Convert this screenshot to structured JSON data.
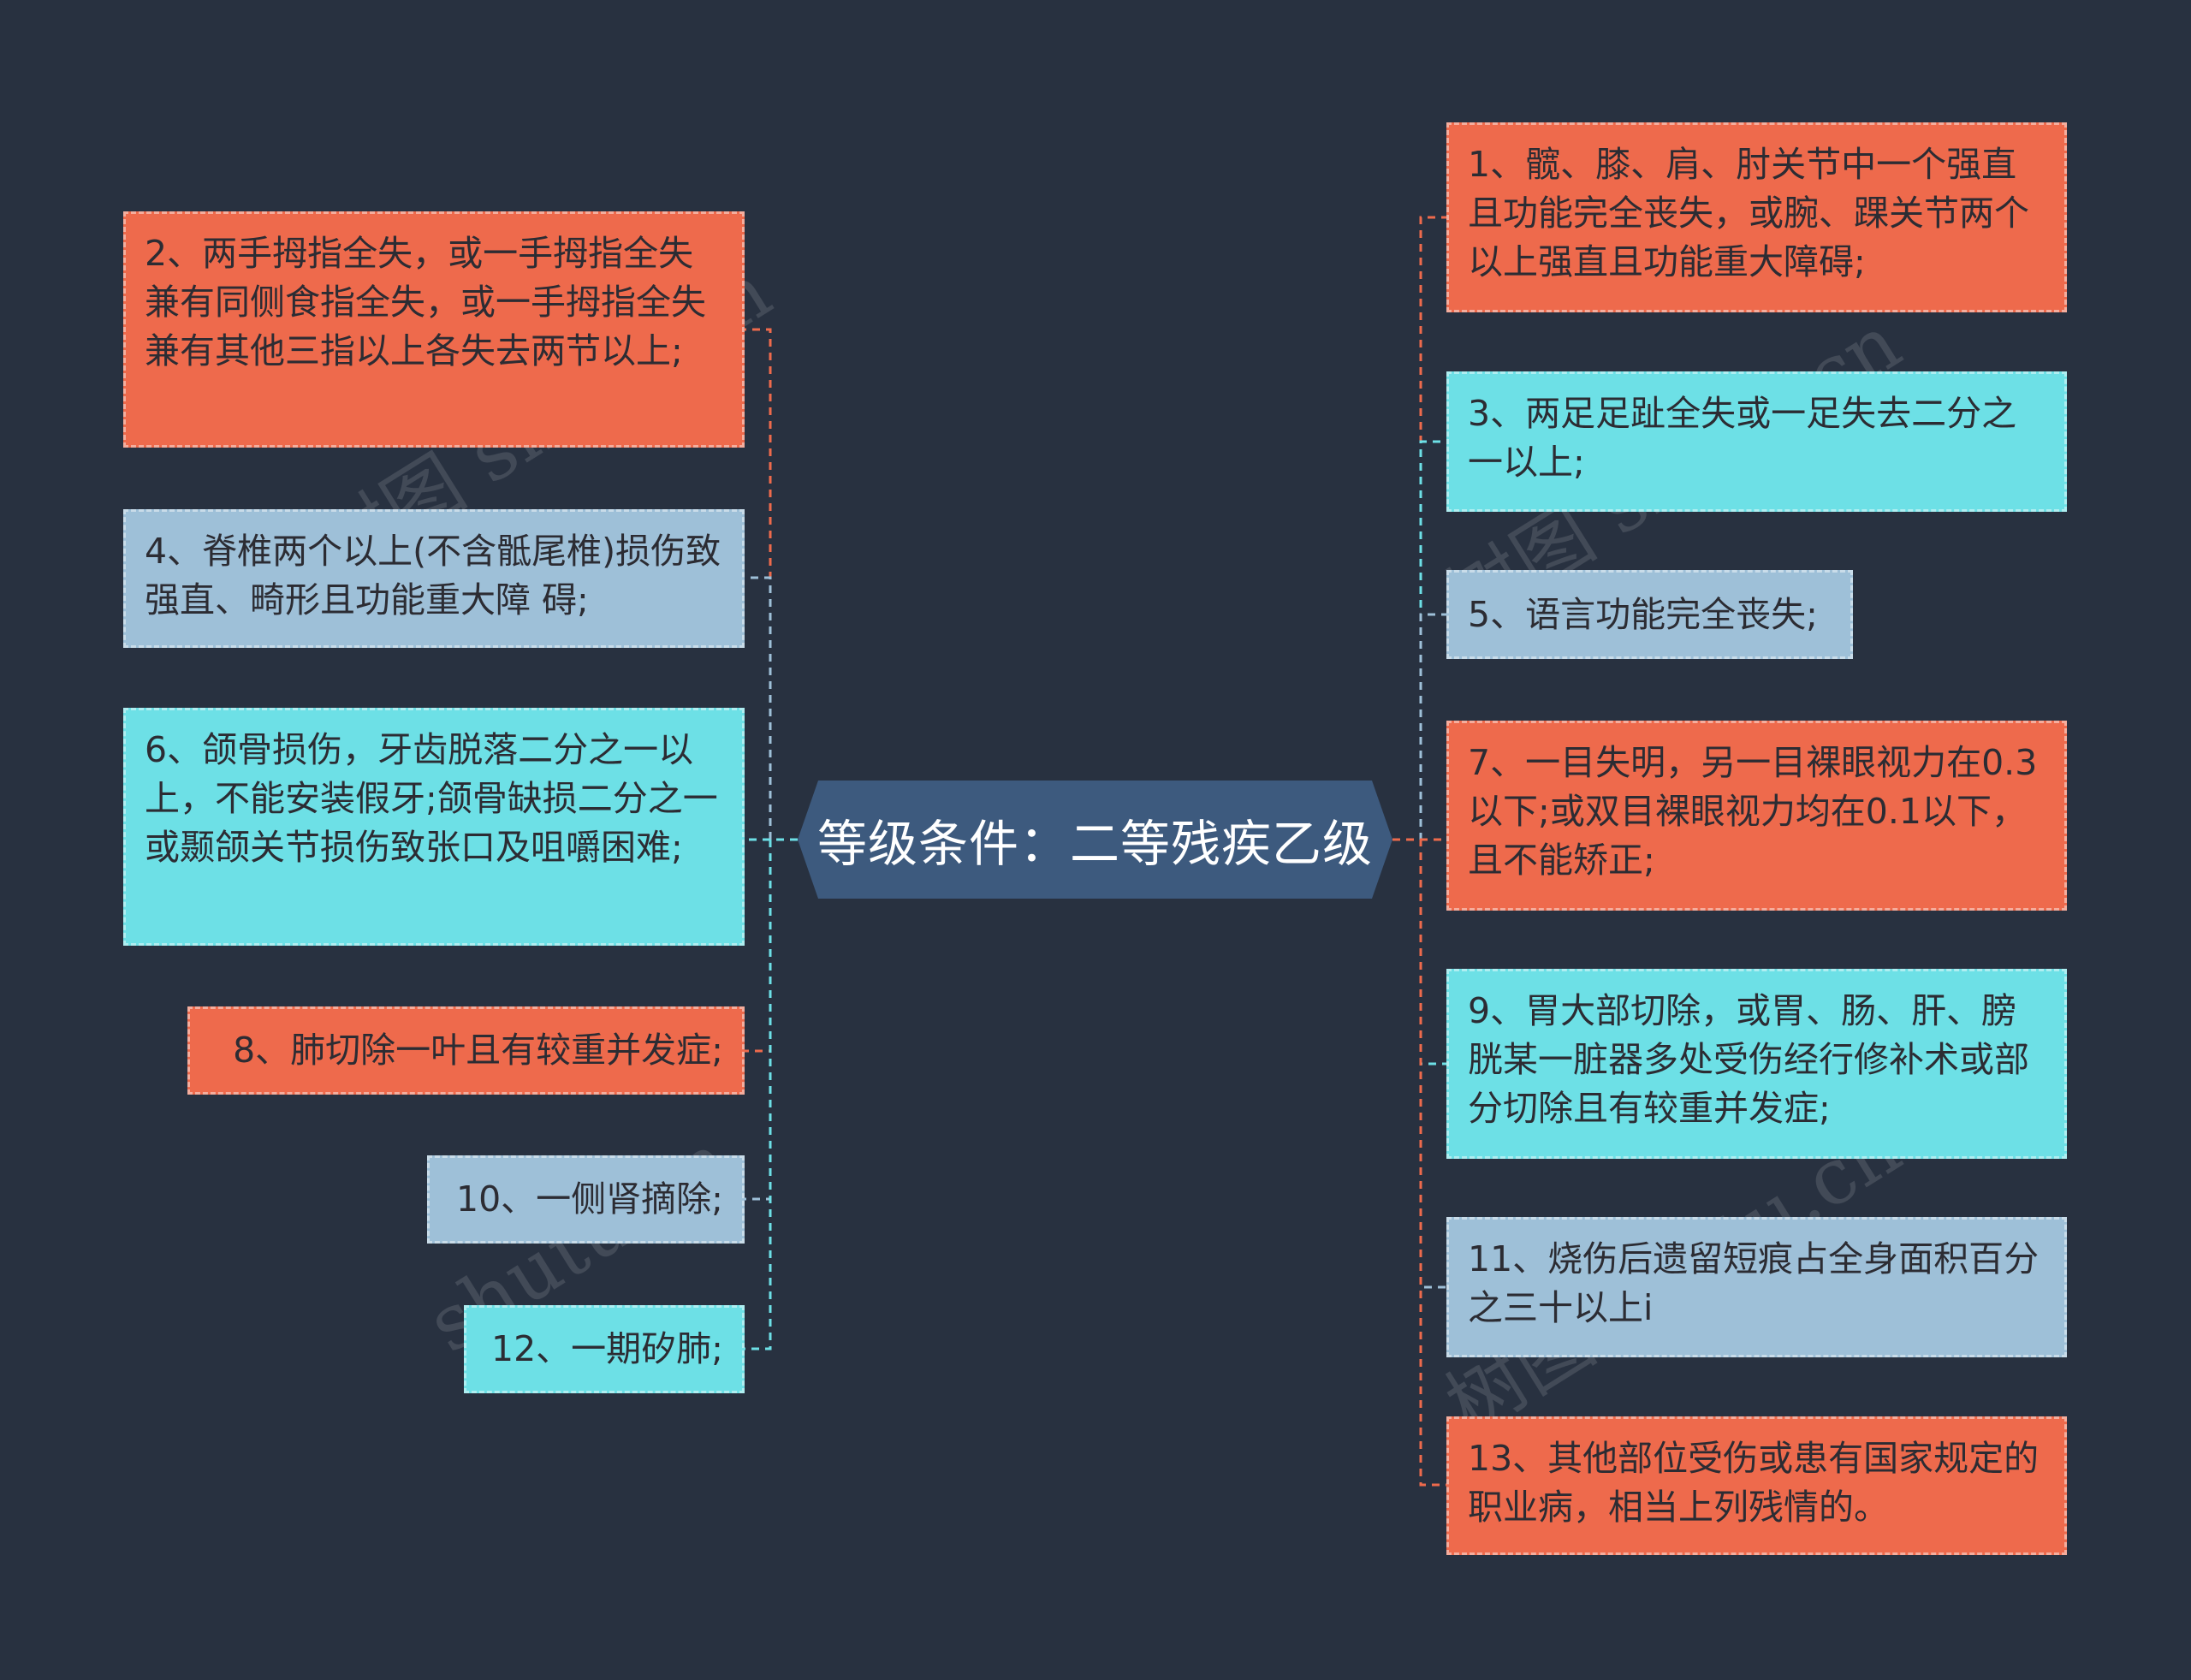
{
  "title": "等级条件：二等残疾乙级",
  "colors": {
    "background": "#283140",
    "center": "#3d5a7e",
    "red": "#ee6a4c",
    "cyan": "#6de0e6",
    "blue": "#9ec0d8"
  },
  "left_items": [
    {
      "text": "2、两手拇指全失，或一手拇指全失兼有同侧食指全失，或一手拇指全失兼有其他三指以上各失去两节以上;",
      "color": "red"
    },
    {
      "text": "4、脊椎两个以上(不含骶尾椎)损伤致强直、畸形且功能重大障 碍;",
      "color": "blue"
    },
    {
      "text": "6、颌骨损伤，牙齿脱落二分之一以上，不能安装假牙;颌骨缺损二分之一或颞颌关节损伤致张口及咀嚼困难;",
      "color": "cyan"
    },
    {
      "text": "8、肺切除一叶且有较重并发症;",
      "color": "red"
    },
    {
      "text": "10、一侧肾摘除;",
      "color": "blue"
    },
    {
      "text": "12、一期矽肺;",
      "color": "cyan"
    }
  ],
  "right_items": [
    {
      "text": "1、髋、膝、肩、肘关节中一个强直且功能完全丧失，或腕、踝关节两个以上强直且功能重大障碍;",
      "color": "red"
    },
    {
      "text": "3、两足足趾全失或一足失去二分之一以上;",
      "color": "cyan"
    },
    {
      "text": "5、语言功能完全丧失;",
      "color": "blue"
    },
    {
      "text": "7、一目失明，另一目裸眼视力在0.3以下;或双目裸眼视力均在0.1以下，且不能矫正;",
      "color": "red"
    },
    {
      "text": "9、胃大部切除，或胃、肠、肝、膀胱某一脏器多处受伤经行修补术或部分切除且有较重并发症;",
      "color": "cyan"
    },
    {
      "text": "11、烧伤后遗留短痕占全身面积百分之三十以上i",
      "color": "blue"
    },
    {
      "text": "13、其他部位受伤或患有国家规定的职业病，相当上列残情的。",
      "color": "red"
    }
  ]
}
